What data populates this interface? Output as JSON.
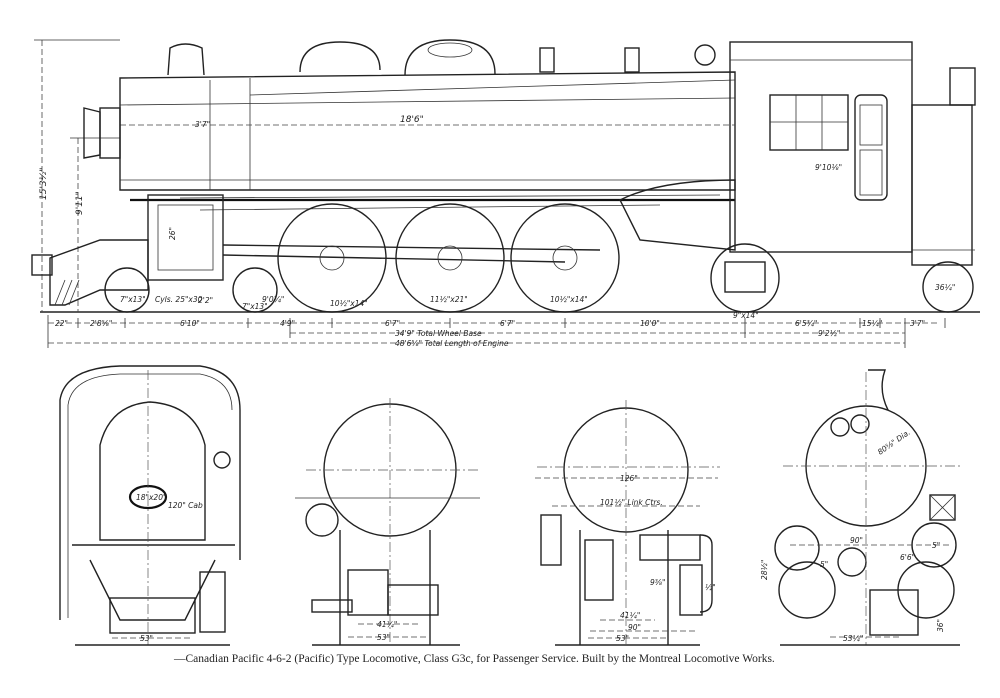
{
  "caption": "—Canadian Pacific 4-6-2 (Pacific) Type Locomotive, Class G3c, for Passenger Service.  Built by the Montreal Locomotive Works.",
  "side_elevation": {
    "heights": {
      "overall": "15'3½\"",
      "boiler_center": "9'11\"",
      "smokebox": "3'7\"",
      "cylinder": "26\""
    },
    "labels": {
      "leading_journal_1": "7\"x13\"",
      "cylinders": "Cyls. 25\"x30",
      "leading_spacing": "2'2\"",
      "leading_journal_2": "7\"x13\"",
      "offset": "9'0¾\"",
      "driver_journal_1": "10½\"x14\"",
      "driver_journal_2": "11½\"x21\"",
      "driver_journal_3": "10½\"x14\"",
      "trailing_journal": "9\"x14\"",
      "boiler_length": "18'6\"",
      "firebox": "9'10⅛\"",
      "tender_wheel": "36¼\""
    },
    "dimensions": [
      "22\"",
      "2'8⅝\"",
      "6'10\"",
      "4'9\"",
      "6'7\"",
      "6'7\"",
      "10'0\"",
      "6'5¾\"",
      "15¼\"",
      "3'7\""
    ],
    "trailing_offset": "9'2½\"",
    "total_wheel_base": "34'9\" Total Wheel Base",
    "total_length": "48'6⅝\" Total Length of Engine"
  },
  "end_views": {
    "cab_end": {
      "firedoor": "18\"x20\"",
      "cab_width": "120\" Cab",
      "gauge": "53\""
    },
    "rear_section": {
      "journal": "41¼\"",
      "gauge": "53\""
    },
    "front_section": {
      "width": "126\"",
      "link_centers": "101½\" Link Ctrs.",
      "journal": "41¼\"",
      "frames": "90\"",
      "gauge": "53\"",
      "offset": "½\"",
      "hub": "9⅜\""
    },
    "front_end": {
      "smokebox": "80⅝\" Dia.",
      "cylinders": "90\"",
      "valve": "5\"",
      "valve_2": "5\"",
      "spacing": "6'6\"",
      "height": "28½\"",
      "gauge": "53¼\"",
      "rail": "36\""
    }
  }
}
